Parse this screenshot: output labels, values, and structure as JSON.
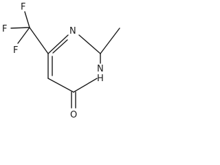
{
  "molecule": {
    "atoms": {
      "f_top": "F",
      "f_left": "F",
      "f_bottom": "F",
      "n_ring": "N",
      "nh_n": "N",
      "nh_h": "H",
      "o_carbonyl": "O"
    },
    "colors": {
      "ink": "#1a1a1a",
      "background": "#ffffff"
    }
  }
}
